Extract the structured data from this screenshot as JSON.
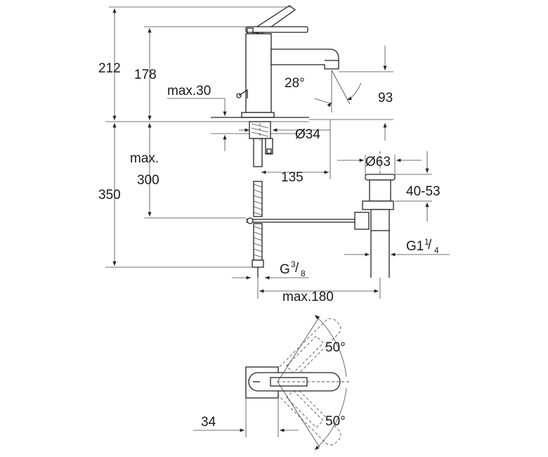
{
  "labels": {
    "total_height": "212",
    "spout_height": "178",
    "max_deck": "max.30",
    "angle_spout": "28°",
    "spout_reach": "93",
    "hole_dia": "Ø34",
    "max_300_a": "max.",
    "max_300_b": "300",
    "offset_135": "135",
    "waste_dia": "Ø63",
    "waste_height": "40-53",
    "overall_350": "350",
    "thread_g1_main": "G1",
    "thread_g1_num": "1",
    "thread_g1_den": "4",
    "thread_g38_main": "G",
    "thread_g38_num": "3",
    "thread_g38_den": "8",
    "max_180": "max.180",
    "angle_top": "50°",
    "angle_bottom": "50°",
    "width_34": "34"
  }
}
